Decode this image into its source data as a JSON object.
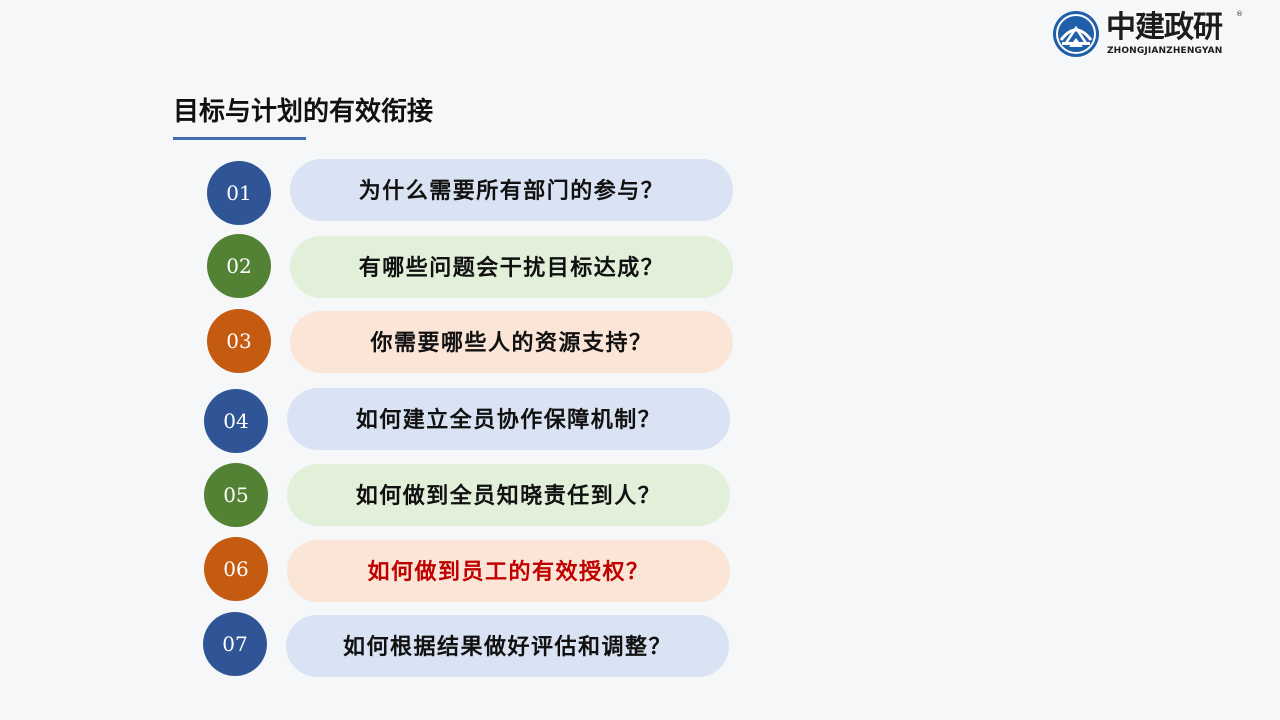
{
  "logo": {
    "cn": "中建政研",
    "en": "ZHONGJIANZHENGYAN",
    "reg": "®"
  },
  "title": "目标与计划的有效衔接",
  "colors": {
    "blue": "#2f5597",
    "green": "#548235",
    "orange": "#c55a11",
    "pill_blue": "#dae3f3",
    "pill_green": "#e2f0d9",
    "pill_orange": "#fbe5d6",
    "highlight_text": "#c00000",
    "underline": "#3e6db3"
  },
  "questions": [
    {
      "num": "01",
      "text": "为什么需要所有部门的参与？",
      "theme": "blue"
    },
    {
      "num": "02",
      "text": "有哪些问题会干扰目标达成？",
      "theme": "green"
    },
    {
      "num": "03",
      "text": "你需要哪些人的资源支持？",
      "theme": "orange"
    },
    {
      "num": "04",
      "text": "如何建立全员协作保障机制？",
      "theme": "blue"
    },
    {
      "num": "05",
      "text": "如何做到全员知晓责任到人？",
      "theme": "green"
    },
    {
      "num": "06",
      "text": "如何做到员工的有效授权？",
      "theme": "orange",
      "highlight": true
    },
    {
      "num": "07",
      "text": "如何根据结果做好评估和调整？",
      "theme": "blue"
    }
  ]
}
